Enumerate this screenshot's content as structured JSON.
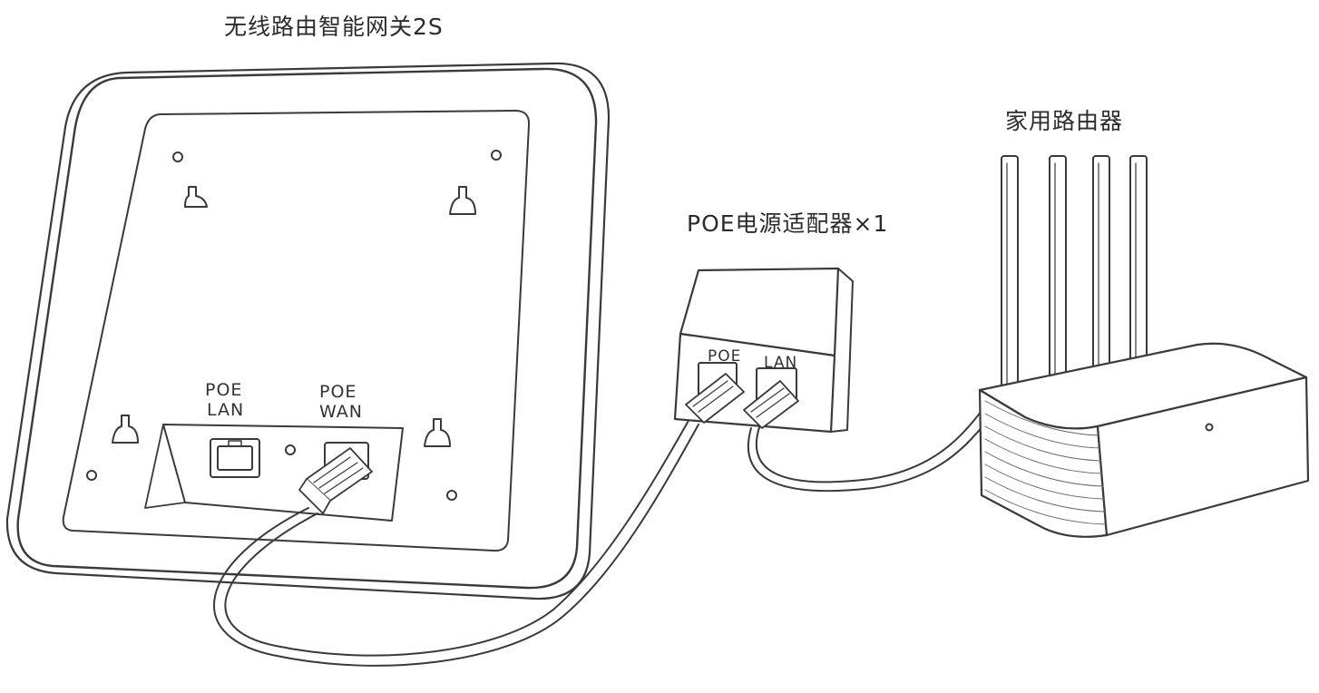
{
  "labels": {
    "gateway": "无线路由智能网关2S",
    "adapter": "POE电源适配器×1",
    "router": "家用路由器"
  },
  "gateway_ports": {
    "lan_line1": "POE",
    "lan_line2": "LAN",
    "wan_line1": "POE",
    "wan_line2": "WAN"
  },
  "adapter_ports": {
    "poe": "POE",
    "lan": "LAN"
  }
}
